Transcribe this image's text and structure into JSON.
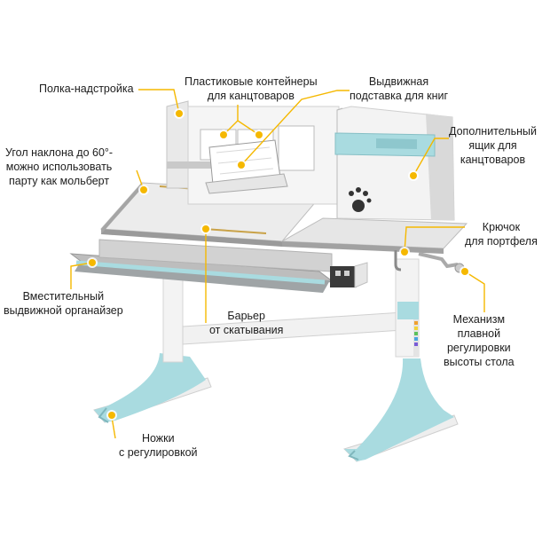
{
  "accent_color": "#f5b800",
  "desk_colors": {
    "frame": "#f2f2f2",
    "gray": "#9a9a9a",
    "blue": "#a9dbe0"
  },
  "labels": {
    "shelf": [
      "Полка-надстройка"
    ],
    "containers": [
      "Пластиковые контейнеры",
      "для канцтоваров"
    ],
    "bookstand": [
      "Выдвижная",
      "подставка для книг"
    ],
    "tilt": [
      "Угол наклона до 60°-",
      "можно использовать",
      "парту как мольберт"
    ],
    "drawer": [
      "Дополнительный",
      "ящик для",
      "канцтоваров"
    ],
    "hook": [
      "Крючок",
      "для портфеля"
    ],
    "organizer": [
      "Вместительный",
      "выдвижной органайзер"
    ],
    "barrier": [
      "Барьер",
      "от скатывания"
    ],
    "mechanism": [
      "Механизм",
      "плавной",
      "регулировки",
      "высоты стола"
    ],
    "legs": [
      "Ножки",
      "с регулировкой"
    ]
  }
}
